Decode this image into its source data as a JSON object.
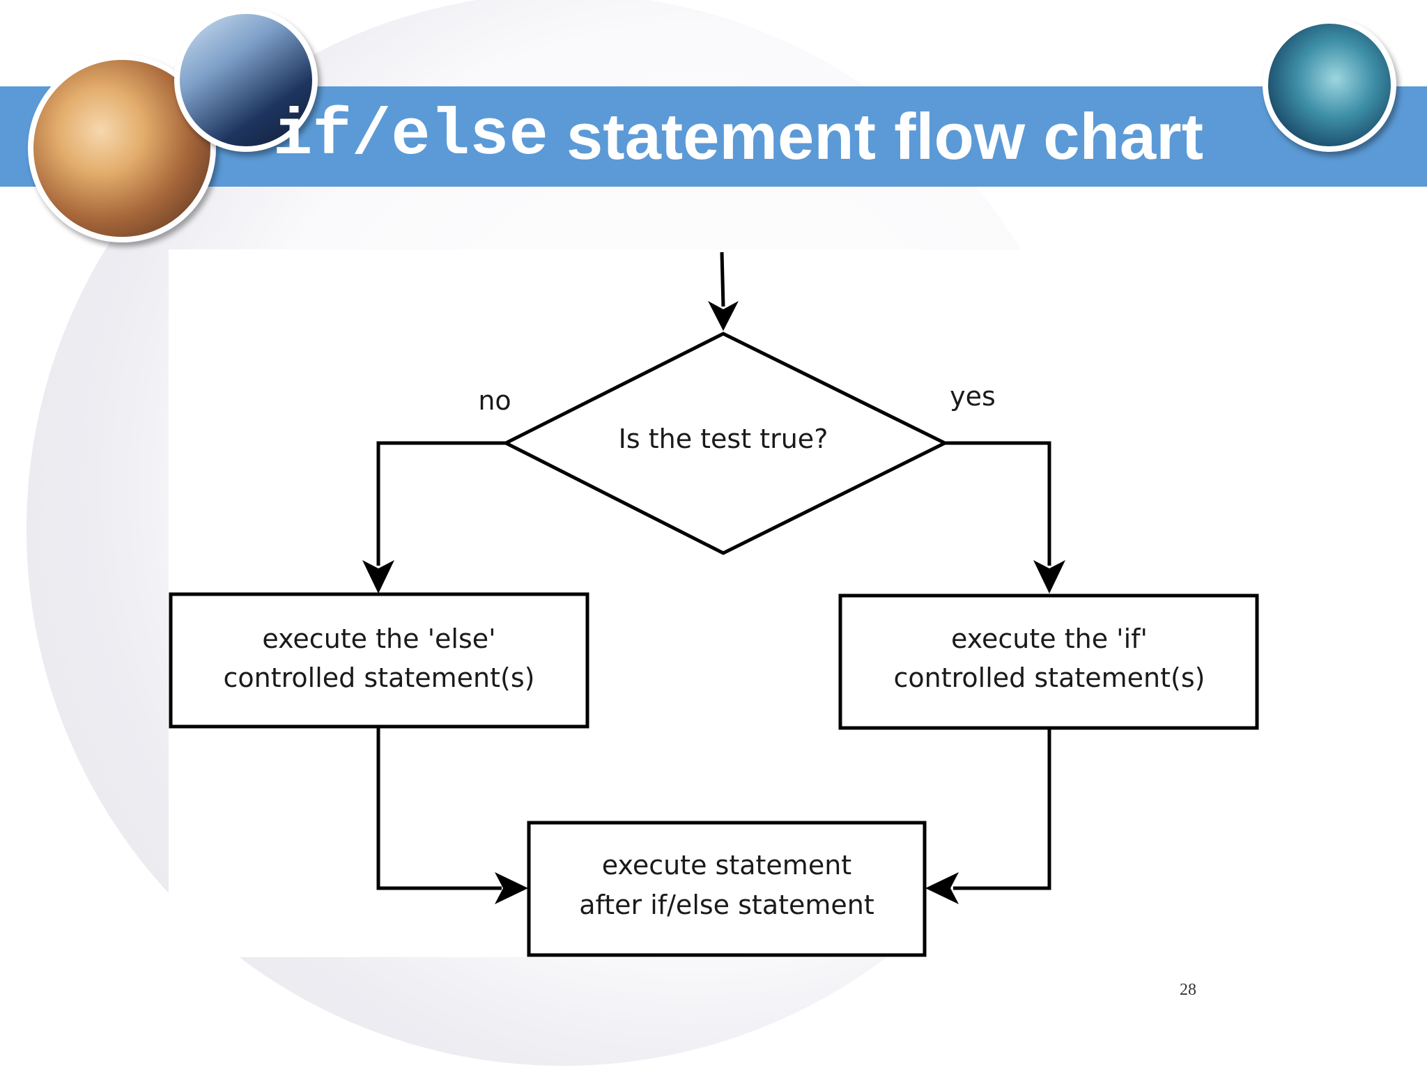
{
  "slide": {
    "title_code": "if/else",
    "title_rest": " statement flow chart",
    "page_number": "28",
    "band_color": "#5b9ad6"
  },
  "flowchart": {
    "decision": "Is the test true?",
    "no_label": "no",
    "yes_label": "yes",
    "else_box": {
      "line1": "execute the 'else'",
      "line2": "controlled statement(s)"
    },
    "if_box": {
      "line1": "execute the 'if'",
      "line2": "controlled statement(s)"
    },
    "after_box": {
      "line1": "execute statement",
      "line2": "after if/else statement"
    }
  }
}
